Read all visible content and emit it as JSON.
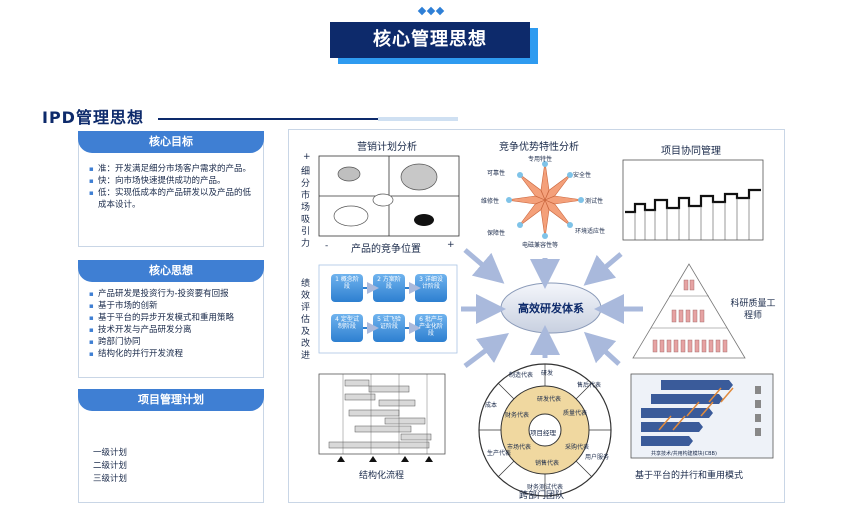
{
  "header": {
    "title": "核心管理思想"
  },
  "section": {
    "title": "IPD管理思想"
  },
  "panels": {
    "goals": {
      "title": "核心目标",
      "items": [
        "准：开发满足细分市场客户需求的产品。",
        "快：向市场快速提供成功的产品。",
        "低：实现低成本的产品研发以及产品的低成本设计。"
      ]
    },
    "thinking": {
      "title": "核心思想",
      "items": [
        "产品研发是投资行为-投资要有回报",
        "基于市场的创新",
        "基于平台的异步开发模式和重用策略",
        "技术开发与产品研发分离",
        "跨部门协同",
        "结构化的并行开发流程"
      ]
    },
    "plan": {
      "title": "项目管理计划",
      "items": [
        "一级计划",
        "二级计划",
        "三级计划"
      ]
    }
  },
  "diagram": {
    "center": "高效研发体系",
    "marketing": {
      "title": "营销计划分析",
      "y_axis": "细分市场吸引力",
      "x_axis": "产品的竞争位置",
      "plus": "+",
      "minus": "-"
    },
    "competition": {
      "title": "竞争优势特性分析",
      "spokes": [
        "专用特性",
        "安全性",
        "测试性",
        "环境适应性",
        "电磁兼容性等",
        "保障性",
        "维修性",
        "可靠性"
      ]
    },
    "collab": {
      "title": "项目协同管理"
    },
    "performance": {
      "side_label": "绩效评估及改进",
      "steps": [
        "概念阶段",
        "方案阶段",
        "详细设计阶段",
        "定型试制阶段",
        "试飞验证阶段",
        "批产与产业化阶段"
      ],
      "step_nums": [
        "1",
        "2",
        "3",
        "4",
        "5",
        "6"
      ]
    },
    "quality": {
      "label": "科研质量工程师"
    },
    "structured": {
      "title": "结构化流程"
    },
    "team": {
      "title": "跨部门团队",
      "core": "项目经理",
      "inner": [
        "研发代表",
        "质量代表",
        "采购代表",
        "销售代表",
        "市场代表",
        "财务代表"
      ],
      "outer": [
        "制造代表",
        "研发",
        "售后代表",
        "成本",
        "用户服务",
        "生产代表",
        "财务测试代表"
      ]
    },
    "platform": {
      "title": "基于平台的并行和重用模式",
      "footer": "共享技术/共用构建模块(CBB)"
    }
  }
}
